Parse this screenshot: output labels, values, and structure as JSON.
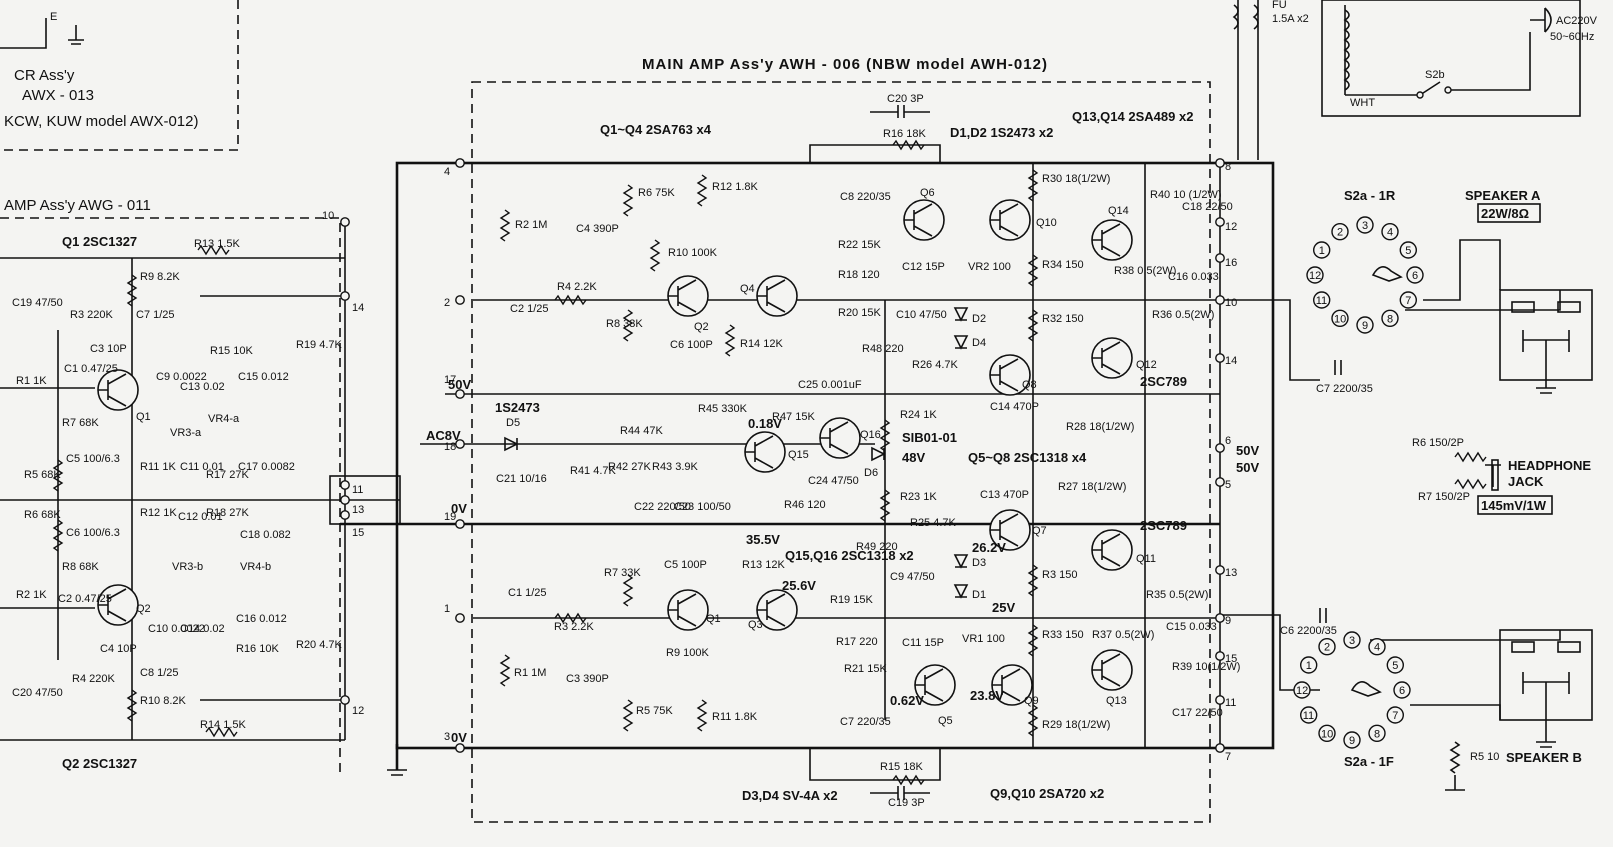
{
  "blocks": {
    "main_amp": {
      "title": "MAIN AMP Ass'y  AWH - 006  (NBW model  AWH-012)"
    },
    "cr_assy": {
      "line1": "CR Ass'y",
      "line2": "AWX - 013",
      "line3": "KCW, KUW model AWX-012)"
    },
    "amp_assy": {
      "title": "AMP Ass'y  AWG - 011"
    },
    "ac_input": {
      "label": "AC220V",
      "freq": "50~60Hz"
    },
    "fuse": {
      "label": "FU",
      "value": "1.5A x2"
    },
    "switch": {
      "label": "S2b",
      "wire": "WHT"
    },
    "corner_label": "E"
  },
  "component_groups": [
    {
      "id": "q1q4",
      "text": "Q1~Q4 2SA763 x4"
    },
    {
      "id": "d1d2",
      "text": "D1,D2  1S2473 x2"
    },
    {
      "id": "q13q14",
      "text": "Q13,Q14 2SA489 x2"
    },
    {
      "id": "q5q8",
      "text": "Q5~Q8 2SC1318 x4"
    },
    {
      "id": "q15q16",
      "text": "Q15,Q16 2SC1318 x2"
    },
    {
      "id": "d3d4",
      "text": "D3,D4 SV-4A x2"
    },
    {
      "id": "q9q10",
      "text": "Q9,Q10 2SA720 x2"
    },
    {
      "id": "q1_pre",
      "text": "Q1 2SC1327"
    },
    {
      "id": "q2_pre",
      "text": "Q2 2SC1327"
    },
    {
      "id": "q12_type",
      "text": "2SC789"
    },
    {
      "id": "q11_type",
      "text": "2SC789"
    },
    {
      "id": "d5_type",
      "text": "1S2473"
    },
    {
      "id": "d6_type",
      "text": "SIB01-01"
    }
  ],
  "rails": [
    {
      "id": "v50_left",
      "text": "50V"
    },
    {
      "id": "ac8v",
      "text": "AC8V"
    },
    {
      "id": "ov_left",
      "text": "0V"
    },
    {
      "id": "ov_bottom",
      "text": "0V"
    },
    {
      "id": "v50_right_a",
      "text": "50V"
    },
    {
      "id": "v50_right_b",
      "text": "50V"
    },
    {
      "id": "v48",
      "text": "48V"
    }
  ],
  "voltages": [
    {
      "id": "v018",
      "text": "0.18V"
    },
    {
      "id": "v355",
      "text": "35.5V"
    },
    {
      "id": "v256",
      "text": "25.6V"
    },
    {
      "id": "v262",
      "text": "26.2V"
    },
    {
      "id": "v25",
      "text": "25V"
    },
    {
      "id": "v062",
      "text": "0.62V"
    },
    {
      "id": "v238",
      "text": "23.8V"
    }
  ],
  "terminals": {
    "main_left": [
      "4",
      "2",
      "17",
      "18",
      "19",
      "1",
      "3"
    ],
    "main_right": [
      "8",
      "12",
      "16",
      "10",
      "14",
      "6",
      "5",
      "13",
      "9",
      "15",
      "11",
      "7"
    ],
    "pre_right": [
      "10",
      "14",
      "11",
      "13",
      "15",
      "12"
    ]
  },
  "components_upper": [
    {
      "id": "c20",
      "text": "C20 3P"
    },
    {
      "id": "r16",
      "text": "R16 18K"
    },
    {
      "id": "r2",
      "text": "R2 1M"
    },
    {
      "id": "c4",
      "text": "C4 390P"
    },
    {
      "id": "r6",
      "text": "R6 75K"
    },
    {
      "id": "r12",
      "text": "R12 1.8K"
    },
    {
      "id": "c8",
      "text": "C8 220/35"
    },
    {
      "id": "r10",
      "text": "R10 100K"
    },
    {
      "id": "r4",
      "text": "R4 2.2K"
    },
    {
      "id": "c2",
      "text": "C2 1/25"
    },
    {
      "id": "r8",
      "text": "R8 33K"
    },
    {
      "id": "c6",
      "text": "C6 100P"
    },
    {
      "id": "r14",
      "text": "R14 12K"
    },
    {
      "id": "r22",
      "text": "R22 15K"
    },
    {
      "id": "r18",
      "text": "R18 120"
    },
    {
      "id": "r20",
      "text": "R20 15K"
    },
    {
      "id": "c12",
      "text": "C12 15P"
    },
    {
      "id": "vr2",
      "text": "VR2 100"
    },
    {
      "id": "c10",
      "text": "C10 47/50"
    },
    {
      "id": "r48",
      "text": "R48 220"
    },
    {
      "id": "r26",
      "text": "R26 4.7K"
    },
    {
      "id": "r30",
      "text": "R30 18(1/2W)"
    },
    {
      "id": "r34",
      "text": "R34 150"
    },
    {
      "id": "r40",
      "text": "R40 10 (1/2W)"
    },
    {
      "id": "c18",
      "text": "C18 22/50"
    },
    {
      "id": "r38",
      "text": "R38 0.5(2W)"
    },
    {
      "id": "c16",
      "text": "C16 0.033"
    },
    {
      "id": "r32",
      "text": "R32 150"
    },
    {
      "id": "r36",
      "text": "R36 0.5(2W)"
    },
    {
      "id": "c14",
      "text": "C14 470P"
    },
    {
      "id": "r28",
      "text": "R28 18(1/2W)"
    },
    {
      "id": "r45",
      "text": "R45 330K"
    },
    {
      "id": "r44",
      "text": "R44 47K"
    },
    {
      "id": "r47",
      "text": "R47 15K"
    },
    {
      "id": "c25",
      "text": "C25 0.001uF"
    },
    {
      "id": "r24",
      "text": "R24 1K"
    },
    {
      "id": "c21",
      "text": "C21 10/16"
    },
    {
      "id": "r41",
      "text": "R41 4.7K"
    },
    {
      "id": "r42",
      "text": "R42 27K"
    },
    {
      "id": "r43",
      "text": "R43 3.9K"
    },
    {
      "id": "c22",
      "text": "C22 220/50"
    },
    {
      "id": "c23",
      "text": "C23 100/50"
    },
    {
      "id": "r46",
      "text": "R46 120"
    },
    {
      "id": "c24",
      "text": "C24 47/50"
    }
  ],
  "components_lower": [
    {
      "id": "r27",
      "text": "R27 18(1/2W)"
    },
    {
      "id": "c13",
      "text": "C13 470P"
    },
    {
      "id": "r23",
      "text": "R23 1K"
    },
    {
      "id": "r25",
      "text": "R25 4.7K"
    },
    {
      "id": "r49",
      "text": "R49 220"
    },
    {
      "id": "c9",
      "text": "C9 47/50"
    },
    {
      "id": "r7",
      "text": "R7 33K"
    },
    {
      "id": "c5",
      "text": "C5 100P"
    },
    {
      "id": "r13",
      "text": "R13 12K"
    },
    {
      "id": "c1",
      "text": "C1 1/25"
    },
    {
      "id": "r3",
      "text": "R3 2.2K"
    },
    {
      "id": "r19",
      "text": "R19 15K"
    },
    {
      "id": "r17",
      "text": "R17 220"
    },
    {
      "id": "r21",
      "text": "R21 15K"
    },
    {
      "id": "c11",
      "text": "C11 15P"
    },
    {
      "id": "vr1",
      "text": "VR1 100"
    },
    {
      "id": "r9",
      "text": "R9 100K"
    },
    {
      "id": "r1",
      "text": "R1 1M"
    },
    {
      "id": "c3",
      "text": "C3 390P"
    },
    {
      "id": "r5",
      "text": "R5 75K"
    },
    {
      "id": "r11",
      "text": "R11 1.8K"
    },
    {
      "id": "c7",
      "text": "C7 220/35"
    },
    {
      "id": "r3b",
      "text": "R3 150"
    },
    {
      "id": "r35",
      "text": "R35 0.5(2W)"
    },
    {
      "id": "r33",
      "text": "R33 150"
    },
    {
      "id": "r37",
      "text": "R37 0.5(2W)"
    },
    {
      "id": "c15",
      "text": "C15 0.033"
    },
    {
      "id": "r39",
      "text": "R39 10(1/2W)"
    },
    {
      "id": "c17",
      "text": "C17 22/50"
    },
    {
      "id": "r29",
      "text": "R29 18(1/2W)"
    },
    {
      "id": "r15",
      "text": "R15 18K"
    },
    {
      "id": "c19",
      "text": "C19 3P"
    }
  ],
  "components_pre": [
    {
      "id": "c19p",
      "text": "C19 47/50"
    },
    {
      "id": "r13p",
      "text": "R13 1.5K"
    },
    {
      "id": "r9p",
      "text": "R9 8.2K"
    },
    {
      "id": "r3p",
      "text": "R3 220K"
    },
    {
      "id": "c7p",
      "text": "C7 1/25"
    },
    {
      "id": "c3p",
      "text": "C3 10P"
    },
    {
      "id": "r1p",
      "text": "R1 1K"
    },
    {
      "id": "c1p",
      "text": "C1 0.47/25"
    },
    {
      "id": "r7p",
      "text": "R7 68K"
    },
    {
      "id": "c9p",
      "text": "C9 0.0022"
    },
    {
      "id": "c13p",
      "text": "C13 0.02"
    },
    {
      "id": "vr3a",
      "text": "VR3-a"
    },
    {
      "id": "r15p",
      "text": "R15 10K"
    },
    {
      "id": "vr4a",
      "text": "VR4-a"
    },
    {
      "id": "c15p",
      "text": "C15 0.012"
    },
    {
      "id": "r19p",
      "text": "R19 4.7K"
    },
    {
      "id": "r5p",
      "text": "R5 68K"
    },
    {
      "id": "c5p",
      "text": "C5 100/6.3"
    },
    {
      "id": "r11p",
      "text": "R11 1K"
    },
    {
      "id": "c11p",
      "text": "C11 0.01"
    },
    {
      "id": "r17p",
      "text": "R17 27K"
    },
    {
      "id": "c17p",
      "text": "C17 0.0082"
    },
    {
      "id": "r6p",
      "text": "R6 68K"
    },
    {
      "id": "c6p",
      "text": "C6 100/6.3"
    },
    {
      "id": "r12p",
      "text": "R12 1K"
    },
    {
      "id": "c12p",
      "text": "C12 0.01"
    },
    {
      "id": "r18p",
      "text": "R18 27K"
    },
    {
      "id": "c18p",
      "text": "C18 0.082"
    },
    {
      "id": "r8p",
      "text": "R8 68K"
    },
    {
      "id": "vr3b",
      "text": "VR3-b"
    },
    {
      "id": "vr4b",
      "text": "VR4-b"
    },
    {
      "id": "r2p",
      "text": "R2 1K"
    },
    {
      "id": "c2p",
      "text": "C2 0.47/25"
    },
    {
      "id": "c4p",
      "text": "C4 10P"
    },
    {
      "id": "c10p",
      "text": "C10 0.0022"
    },
    {
      "id": "c14p",
      "text": "C14 0.02"
    },
    {
      "id": "c16p",
      "text": "C16 0.012"
    },
    {
      "id": "r16p",
      "text": "R16 10K"
    },
    {
      "id": "r20p",
      "text": "R20 4.7K"
    },
    {
      "id": "r4p",
      "text": "R4 220K"
    },
    {
      "id": "c8p",
      "text": "C8 1/25"
    },
    {
      "id": "r10p",
      "text": "R10 8.2K"
    },
    {
      "id": "c20p",
      "text": "C20 47/50"
    },
    {
      "id": "r14p",
      "text": "R14 1.5K"
    }
  ],
  "output": {
    "speaker_a": "SPEAKER A",
    "speaker_a_rating": "22W/8Ω",
    "speaker_b": "SPEAKER B",
    "s2a_1r": "S2a - 1R",
    "s2a_1f": "S2a - 1F",
    "c7o": "C7 2200/35",
    "c6o": "C6 2200/35",
    "r6o": "R6 150/2P",
    "r7o": "R7 150/2P",
    "headphone": "HEADPHONE",
    "jack": "JACK",
    "headphone_rating": "145mV/1W",
    "r5o": "R5 10"
  },
  "transistor_labels": {
    "upper": [
      "Q2",
      "Q4",
      "Q6",
      "Q10",
      "Q14",
      "Q8",
      "Q12",
      "Q15",
      "Q16"
    ],
    "lower": [
      "Q1",
      "Q3",
      "Q7",
      "Q11",
      "Q5",
      "Q9",
      "Q13"
    ],
    "pre": [
      "Q1",
      "Q2"
    ],
    "diodes": [
      "D2",
      "D4",
      "D5",
      "D6",
      "D3",
      "D1"
    ]
  },
  "switch_positions": {
    "upper": [
      "1",
      "2",
      "3",
      "4",
      "5",
      "6",
      "7",
      "8",
      "9",
      "10",
      "11",
      "12"
    ],
    "lower": [
      "1",
      "2",
      "3",
      "4",
      "5",
      "6",
      "7",
      "8",
      "9",
      "10",
      "11",
      "12"
    ]
  }
}
